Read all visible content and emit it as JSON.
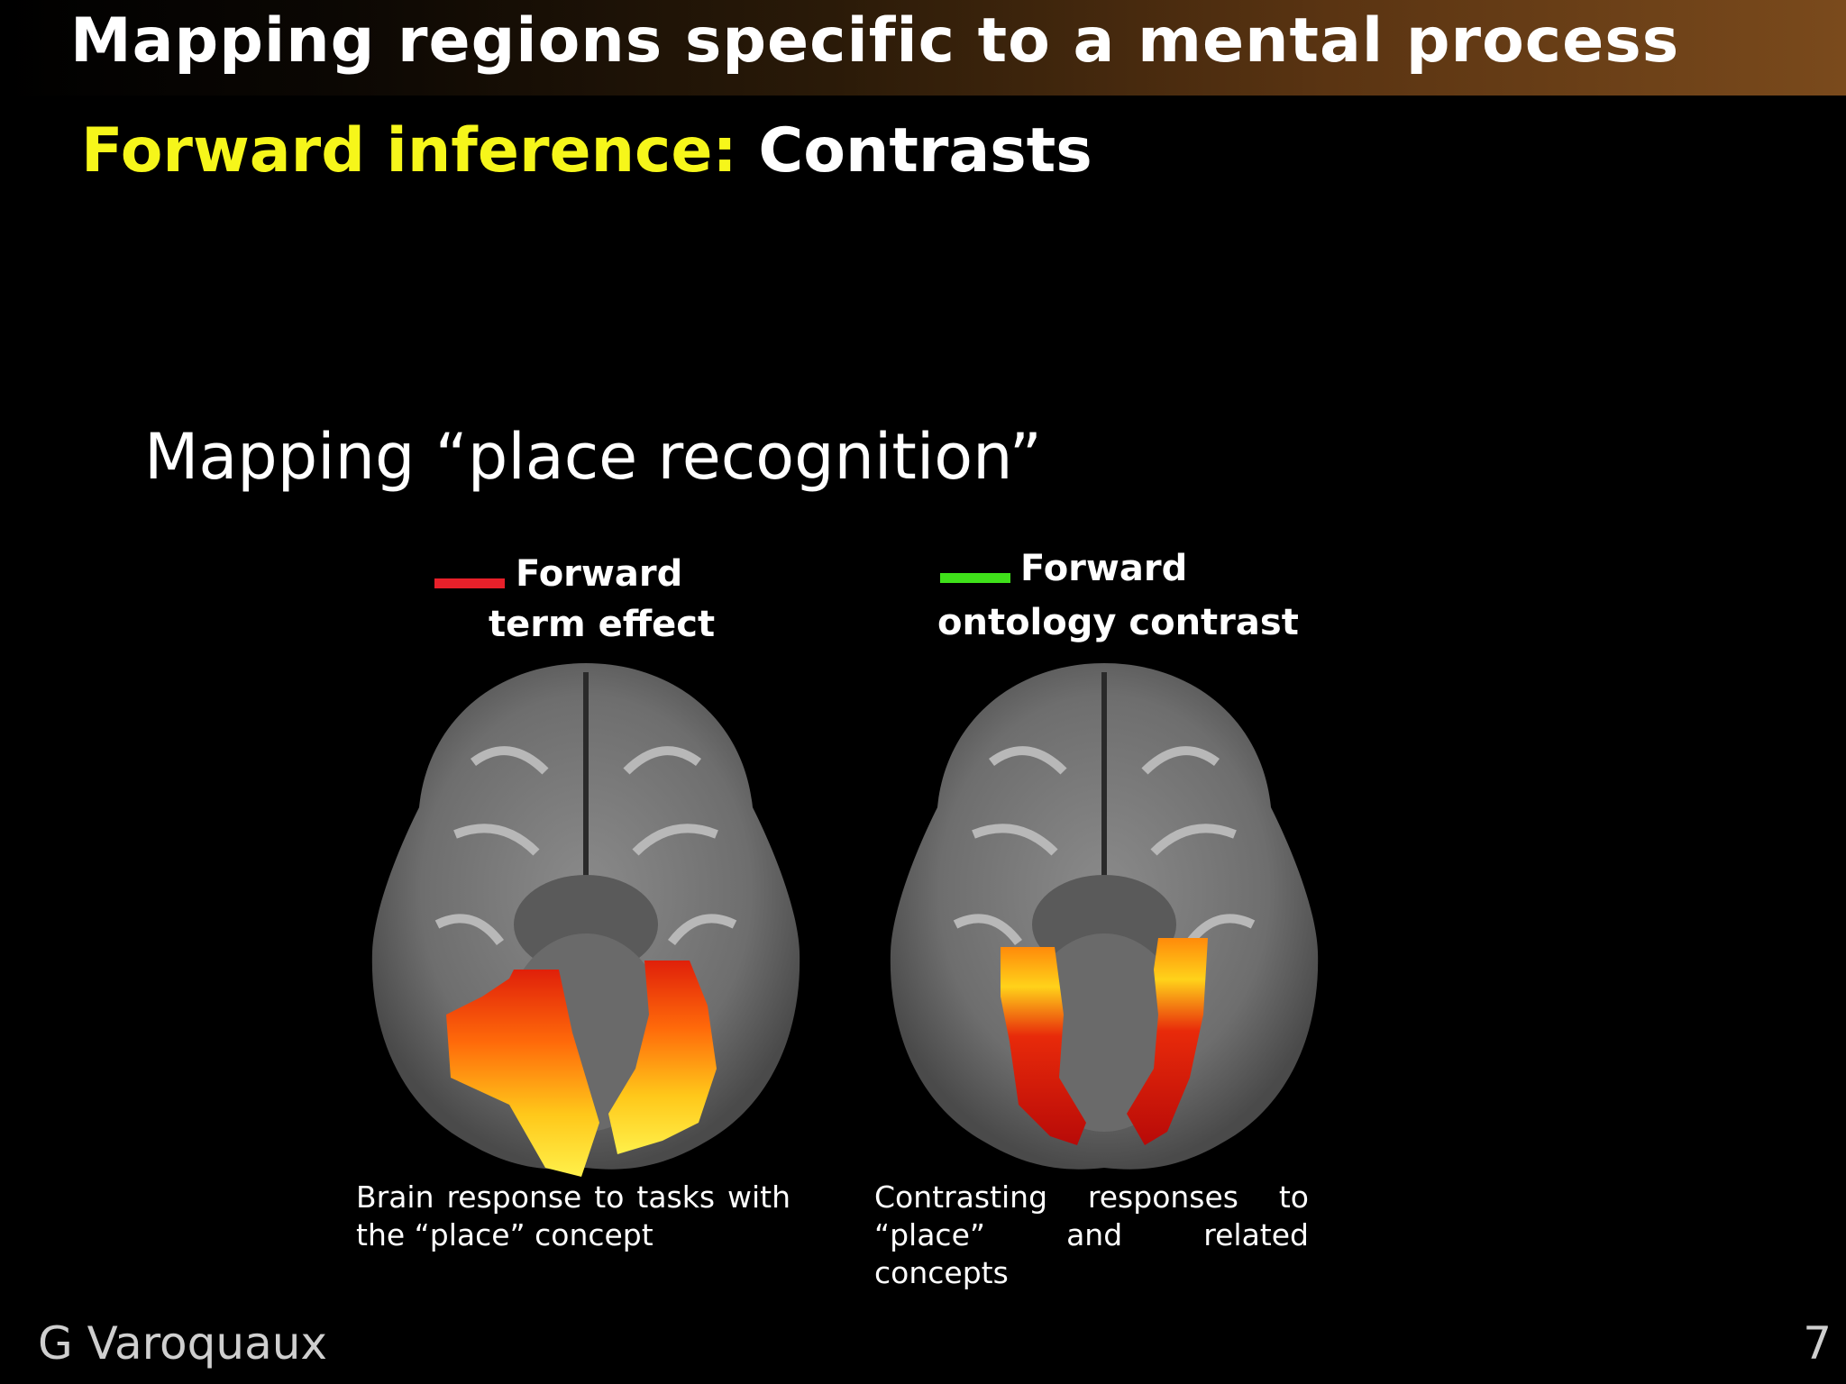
{
  "slide": {
    "title": "Mapping regions specific to a mental process",
    "subtitle_lead": "Forward inference:",
    "subtitle_rest": "Contrasts",
    "section_heading": "Mapping “place recognition”"
  },
  "panels": [
    {
      "legend_color": "#e8202a",
      "legend_line1": "Forward",
      "legend_line2": "term effect",
      "caption_line1": "Brain response to tasks with",
      "caption_line2": "the “place” concept"
    },
    {
      "legend_color": "#3fe01a",
      "legend_line1": "Forward",
      "legend_line2": "ontology contrast",
      "caption_line1": "Contrasting responses to",
      "caption_line2": "“place” and related concepts"
    }
  ],
  "footer": {
    "author": "G Varoquaux",
    "page_number": "7"
  }
}
